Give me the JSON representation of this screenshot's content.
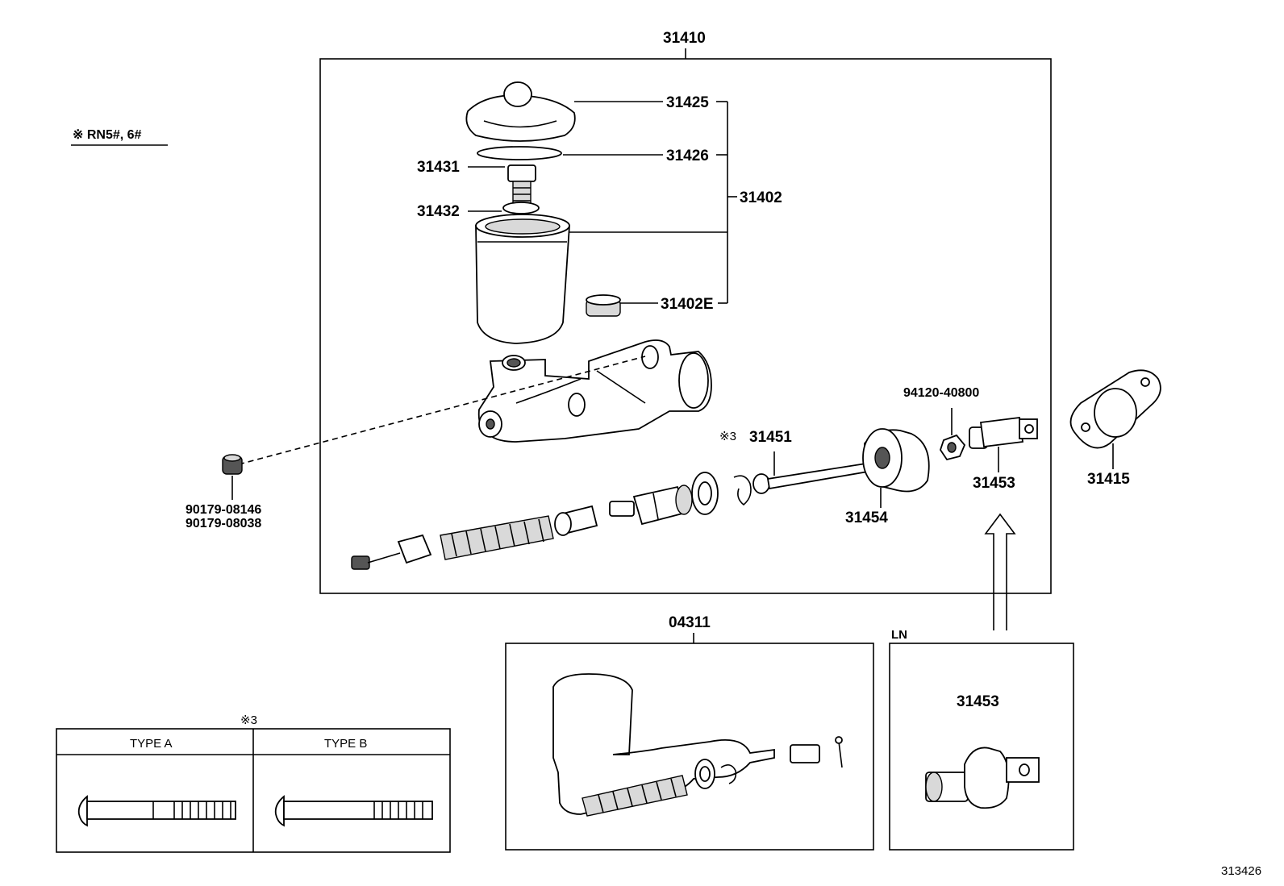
{
  "diagram": {
    "variant_note": "※ RN5#, 6#",
    "reference_id": "313426",
    "assembly_main": "31410",
    "assembly_kit": "04311",
    "ln_label": "LN",
    "type_note": "※3",
    "type_a": "TYPE A",
    "type_b": "TYPE B",
    "parts": {
      "p31425": "31425",
      "p31426": "31426",
      "p31431": "31431",
      "p31432": "31432",
      "p31402": "31402",
      "p31402e": "31402E",
      "p94120": "94120-40800",
      "p31451_mark": "※3",
      "p31451": "31451",
      "p31453": "31453",
      "p31415": "31415",
      "p31454": "31454",
      "p90179a": "90179-08146",
      "p90179b": "90179-08038",
      "p31453_ln": "31453"
    }
  }
}
